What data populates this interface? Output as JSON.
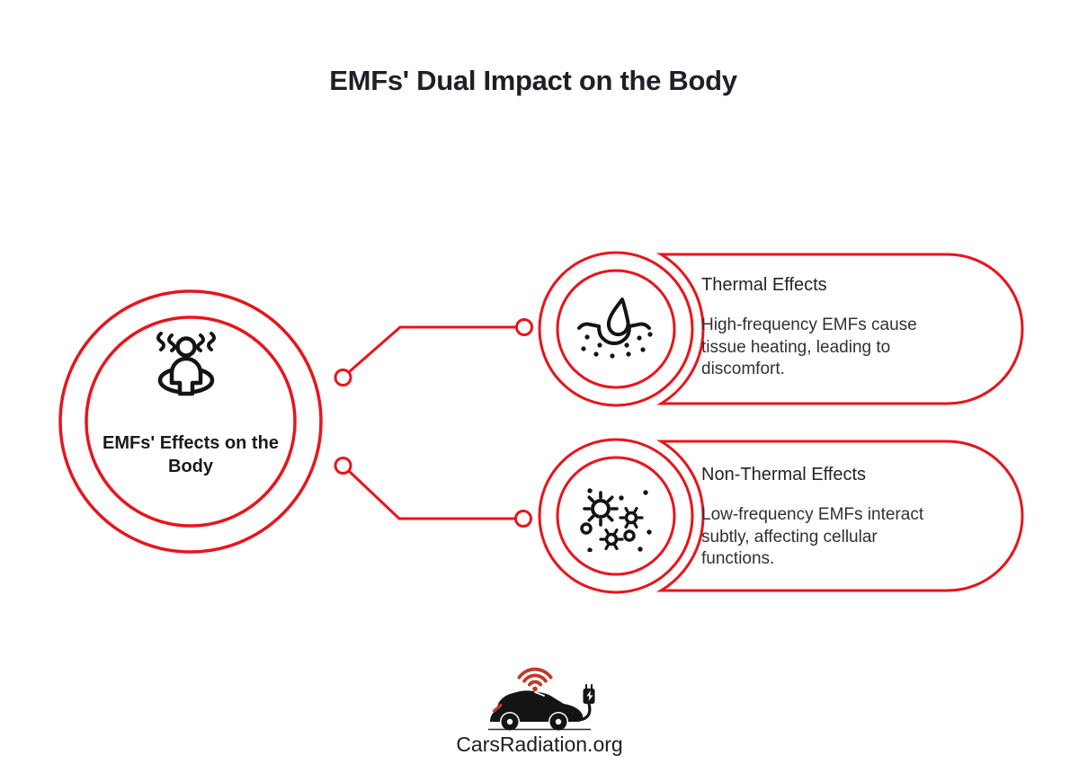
{
  "colors": {
    "accent_red": "#E8141C",
    "logo_red": "#C0392B",
    "ink": "#1F1F27",
    "text": "#313131",
    "icon_ink": "#141414"
  },
  "header": {
    "title": "EMFs' Dual Impact on the Body"
  },
  "diagram": {
    "center_node": {
      "icon": "body-heat-icon",
      "label": "EMFs' Effects on the Body"
    },
    "branches": [
      {
        "icon": "skin-droplet-icon",
        "heading": "Thermal Effects",
        "body": "High-frequency EMFs cause\ntissue heating, leading to\ndiscomfort."
      },
      {
        "icon": "microbes-icon",
        "heading": "Non-Thermal Effects",
        "body": "Low-frequency EMFs interact\nsubtly, affecting cellular\nfunctions."
      }
    ]
  },
  "footer": {
    "logo": "ev-car-radiation-logo",
    "brand": "CarsRadiation.org"
  }
}
